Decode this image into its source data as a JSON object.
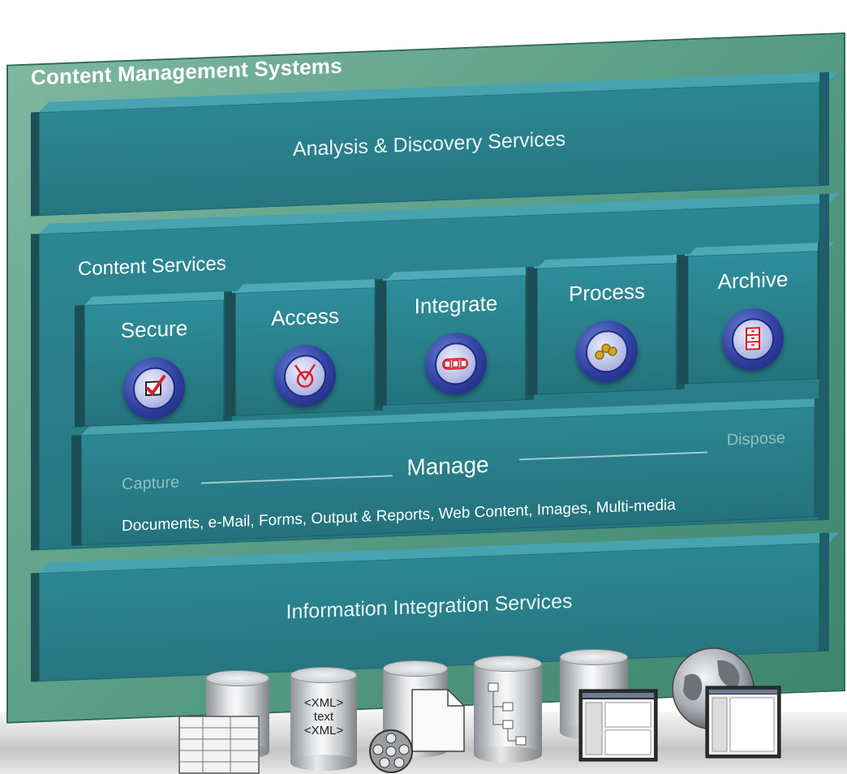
{
  "diagram": {
    "title": "Content Management Systems",
    "analysis_layer": "Analysis & Discovery Services",
    "content_services": {
      "title": "Content Services",
      "services": [
        {
          "label": "Secure",
          "icon": "checkbox-icon"
        },
        {
          "label": "Access",
          "icon": "access-icon"
        },
        {
          "label": "Integrate",
          "icon": "linked-boxes-icon"
        },
        {
          "label": "Process",
          "icon": "gears-icon"
        },
        {
          "label": "Archive",
          "icon": "file-cabinet-icon"
        }
      ]
    },
    "manage": {
      "label": "Manage",
      "capture": "Capture",
      "dispose": "Dispose",
      "content_types": "Documents, e-Mail, Forms,  Output & Reports, Web Content, Images, Multi-media"
    },
    "integration_layer": "Information Integration Services",
    "data_sources": {
      "xml_lines": [
        "<XML>",
        "text",
        "<XML>"
      ],
      "icons": [
        "table-database-icon",
        "xml-database-icon",
        "media-database-icon",
        "hierarchy-database-icon",
        "application-database-icon",
        "globe-web-icon"
      ]
    },
    "colors": {
      "backboard": "#559a82",
      "slab": "#2c8793",
      "disc": "#2e3f9e",
      "accent_red": "#d8202a"
    }
  }
}
